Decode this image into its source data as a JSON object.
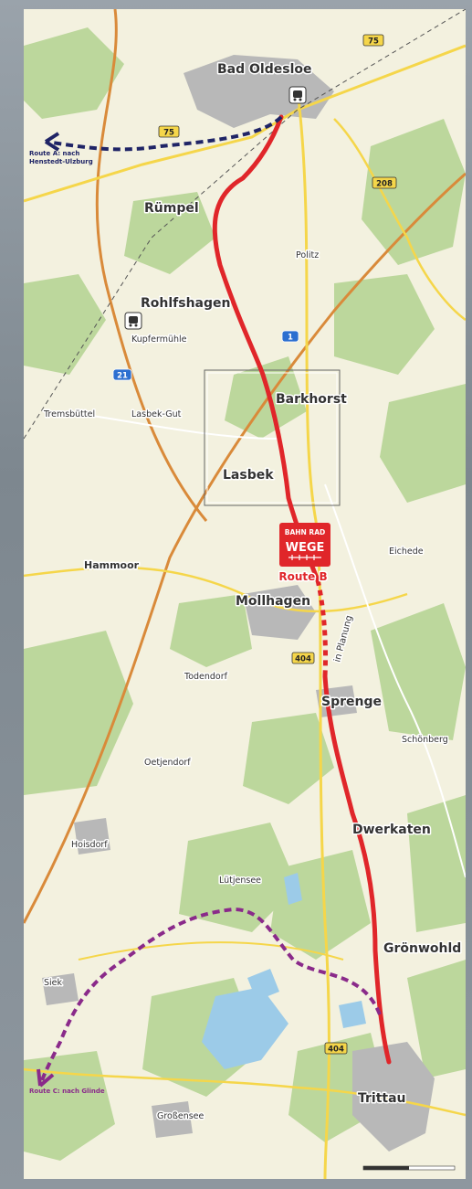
{
  "map": {
    "towns": {
      "bad_oldesloe": "Bad Oldesloe",
      "ruempel": "Rümpel",
      "politz": "Politz",
      "rohlfshagen": "Rohlfshagen",
      "kupfermuehle": "Kupfermühle",
      "tremsbuettel": "Tremsbüttel",
      "lasbek_gut": "Lasbek-Gut",
      "barkhorst": "Barkhorst",
      "lasbek": "Lasbek",
      "eichede": "Eichede",
      "hammoor": "Hammoor",
      "mollhagen": "Mollhagen",
      "todendorf": "Todendorf",
      "sprenge": "Sprenge",
      "schoenberg": "Schönberg",
      "oetjendorf": "Oetjendorf",
      "dwerkaten": "Dwerkaten",
      "hoisdorf": "Hoisdorf",
      "luetjensee": "Lütjensee",
      "groenwohld": "Grönwohld",
      "siek": "Siek",
      "grossensee": "Großensee",
      "trittau": "Trittau"
    },
    "road_labels": {
      "b75_top": "75",
      "b75_left": "75",
      "b208": "208",
      "a1": "1",
      "a21": "21",
      "b404_mid": "404",
      "b404_bottom": "404"
    },
    "route_a_line1": "Route A: nach",
    "route_a_line2": "Henstedt-Ulzburg",
    "route_c": "Route C: nach Glinde",
    "route_b": "Route B",
    "in_planung": "in Planung",
    "logo_line1": "BAHN RAD",
    "logo_line2": "WEGE",
    "colors": {
      "route_b": "#e0262a",
      "route_a": "#1f2466",
      "route_c": "#8a2a8a",
      "forest": "#b9d69a",
      "water": "#9ccbe8",
      "settlement": "#b5b5b5"
    }
  }
}
